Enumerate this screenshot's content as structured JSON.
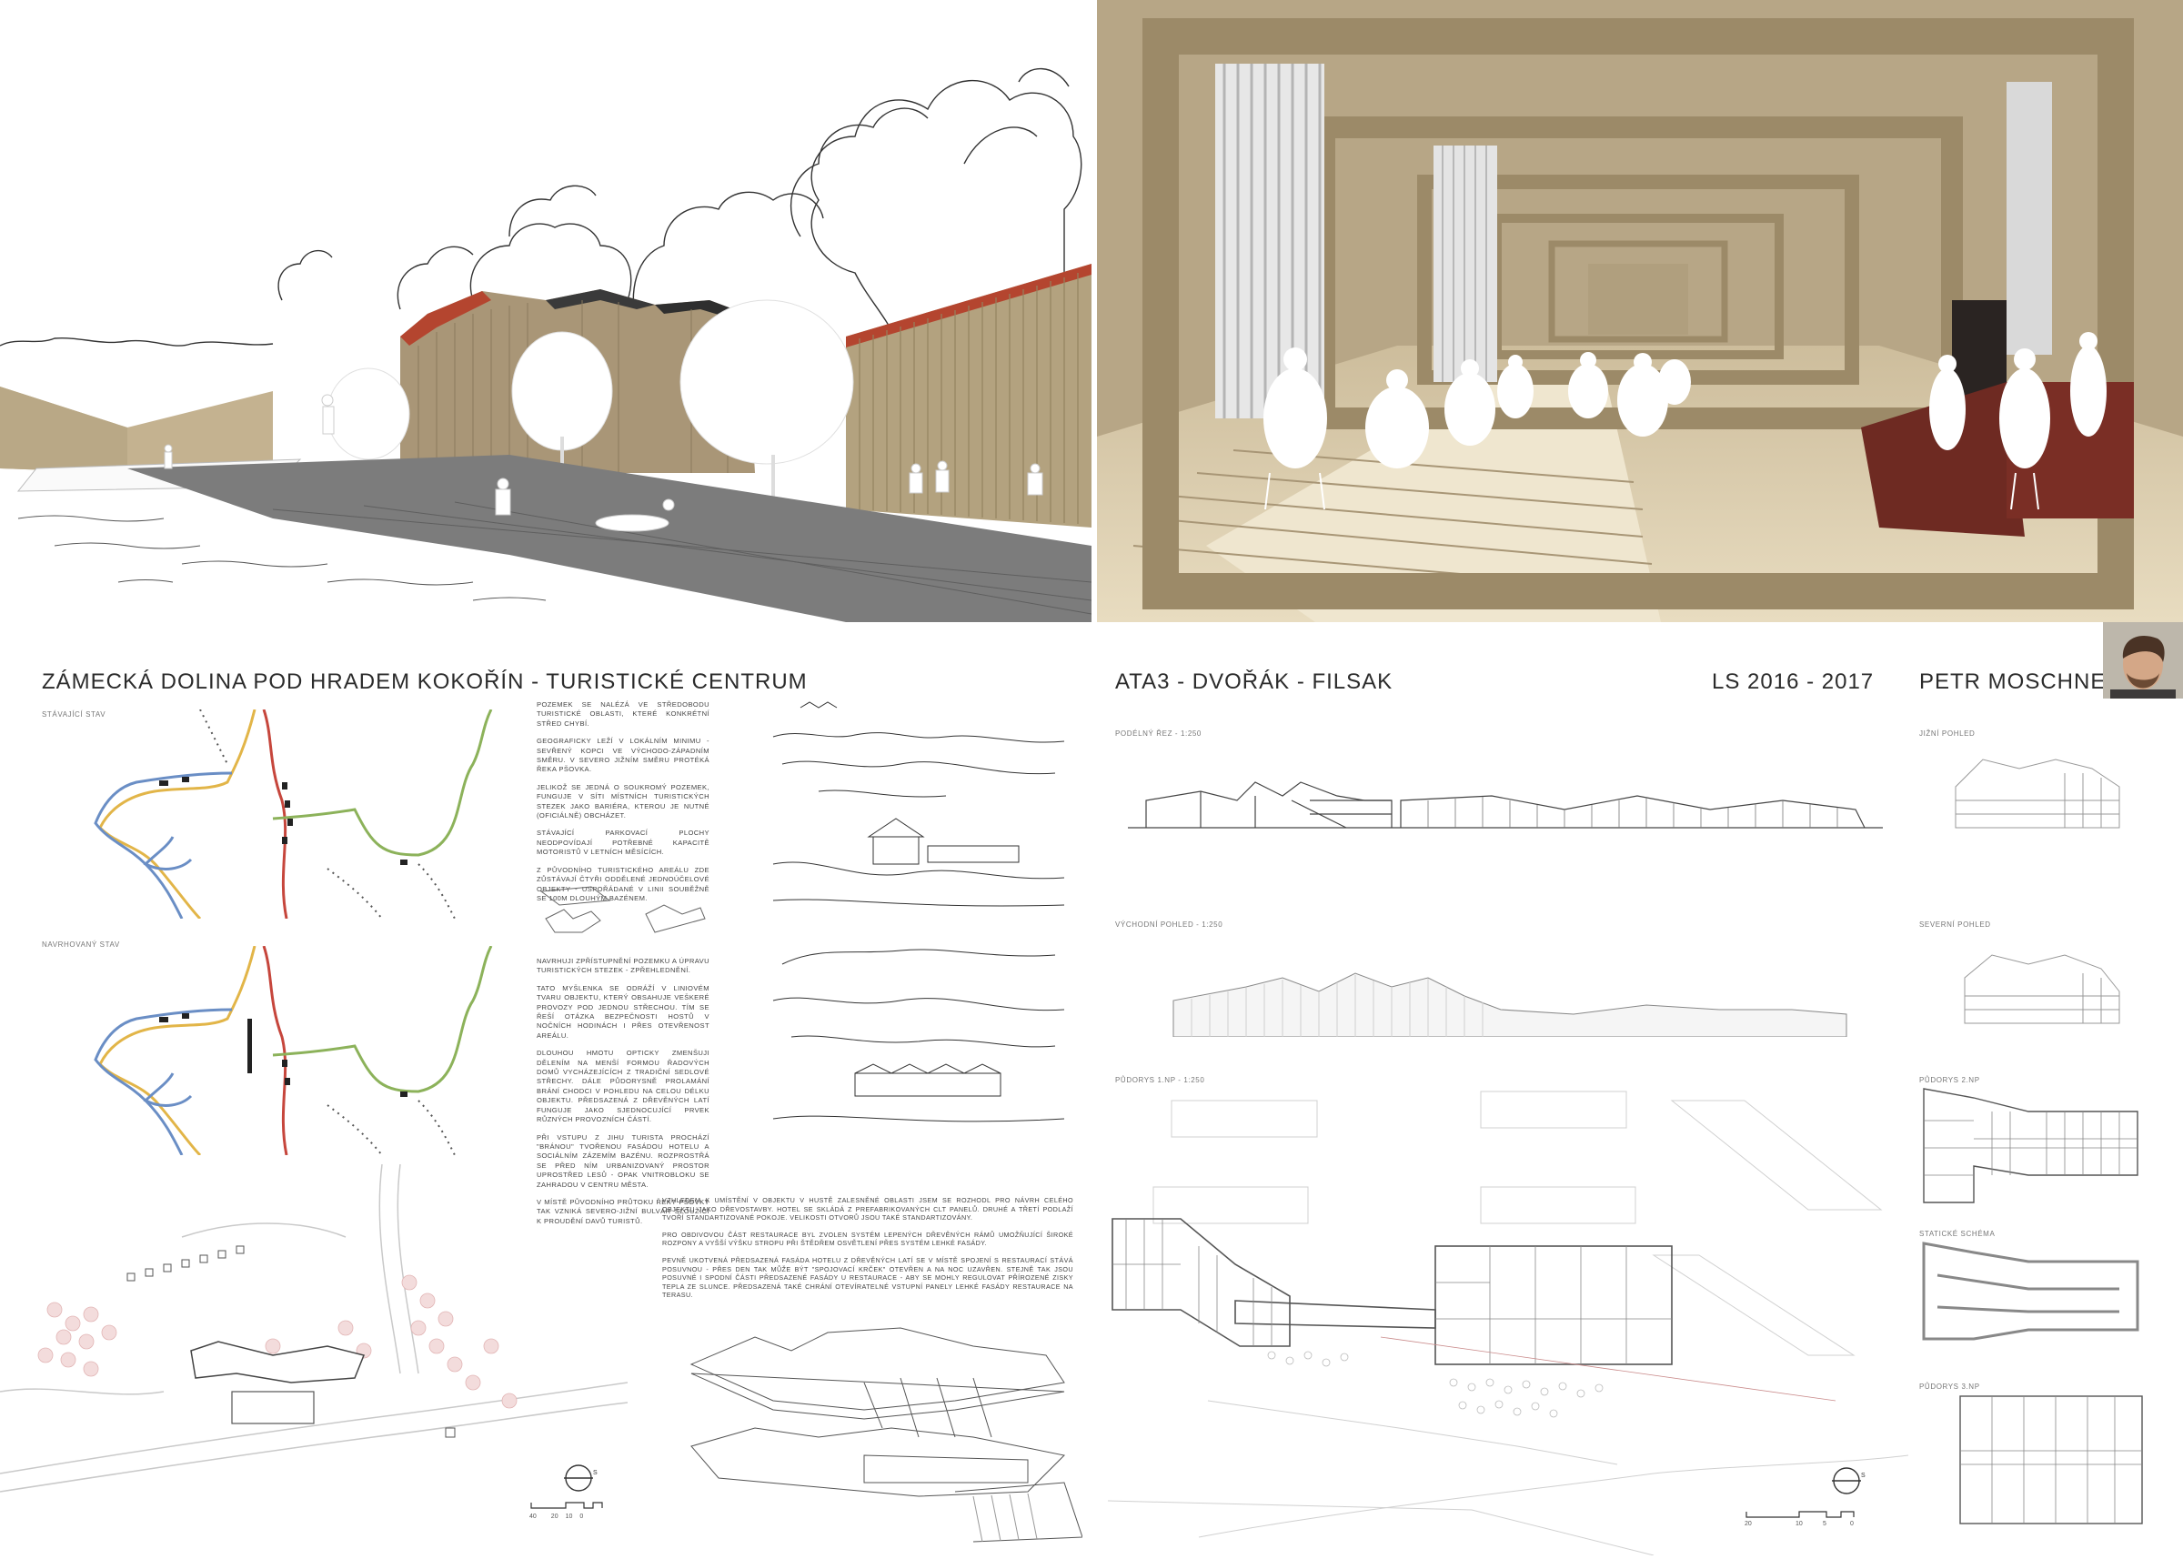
{
  "project": {
    "title": "ZÁMECKÁ DOLINA POD HRADEM KOKOŘÍN - TURISTICKÉ CENTRUM",
    "studio": "ATA3 - DVOŘÁK - FILSAK",
    "semester": "LS 2016 - 2017",
    "author": "PETR MOSCHNER"
  },
  "site_plan_labels": {
    "existing": "STÁVAJÍCÍ STAV",
    "proposed": "NAVRHOVANÝ STAV"
  },
  "description": {
    "p1": "POZEMEK SE NALÉZÁ VE STŘEDOBODU TURISTICKÉ OBLASTI, KTERÉ KONKRÉTNÍ STŘED CHYBÍ.",
    "p2": "GEOGRAFICKY LEŽÍ V LOKÁLNÍM MINIMU - SEVŘENÝ KOPCI VE VÝCHODO-ZÁPADNÍM SMĚRU. V SEVERO JIŽNÍM SMĚRU PROTÉKÁ ŘEKA PŠOVKA.",
    "p3": "JELIKOŽ SE JEDNÁ O SOUKROMÝ POZEMEK, FUNGUJE V SÍTI MÍSTNÍCH TURISTICKÝCH STEZEK JAKO BARIÉRA, KTEROU JE NUTNÉ (OFICIÁLNĚ) OBCHÁZET.",
    "p4": "STÁVAJÍCÍ PARKOVACÍ PLOCHY NEODPOVÍDAJÍ POTŘEBNÉ KAPACITĚ MOTORISTŮ V LETNÍCH MĚSÍCÍCH.",
    "p5": "Z PŮVODNÍHO TURISTICKÉHO AREÁLU ZDE ZŮSTÁVAJÍ ČTYŘI ODDĚLENÉ JEDNOÚČELOVÉ OBJEKTY - USPOŘÁDANÉ V LINII SOUBĚŽNĚ SE 100M DLOUHÝM BAZÉNEM.",
    "p6": "NAVRHUJI ZPŘÍSTUPNĚNÍ POZEMKU A ÚPRAVU TURISTICKÝCH STEZEK - ZPŘEHLEDNĚNÍ.",
    "p7": "TATO MYŠLENKA SE ODRÁŽÍ V LINIOVÉM TVARU OBJEKTU, KTERÝ OBSAHUJE VEŠKERÉ PROVOZY POD JEDNOU STŘECHOU. TÍM SE ŘEŠÍ OTÁZKA BEZPEČNOSTI HOSTŮ V NOČNÍCH HODINÁCH I PŘES OTEVŘENOST AREÁLU.",
    "p8": "DLOUHOU HMOTU OPTICKY ZMENŠUJI DĚLENÍM NA MENŠÍ FORMOU ŘADOVÝCH DOMŮ VYCHÁZEJÍCÍCH Z TRADIČNÍ SEDLOVÉ STŘECHY. DÁLE PŮDORYSNĚ PROLAMÁNÍ BRÁNÍ CHODCI V POHLEDU NA CELOU DÉLKU OBJEKTU. PŘEDSAZENÁ Z DŘEVĚNÝCH LATÍ FUNGUJE JAKO SJEDNOCUJÍCÍ PRVEK RŮZNÝCH PROVOZNÍCH ČÁSTÍ.",
    "p9": "PŘI VSTUPU Z JIHU TURISTA PROCHÁZÍ \"BRÁNOU\" TVOŘENOU FASÁDOU HOTELU A SOCIÁLNÍM ZÁZEMÍM BAZÉNU. ROZPROSTŘÁ SE PŘED NÍM URBANIZOVANÝ PROSTOR UPROSTŘED LESŮ - OPAK VNITROBLOKU SE ZAHRADOU V CENTRU MĚSTA.",
    "p10": "V MÍSTĚ PŮVODNÍHO PRŮTOKU ŘEKY PŠOVKY TAK VZNIKÁ SEVERO-JIŽNÍ BULVÁR SLOUŽÍCÍ K PROUDĚNÍ DAVŮ TURISTŮ."
  },
  "structure_text": {
    "p1": "VZHLEDEM K UMÍSTĚNÍ V OBJEKTU V HUSTĚ ZALESNĚNÉ OBLASTI JSEM SE ROZHODL PRO NÁVRH CELÉHO OBJEKTU JAKO DŘEVOSTAVBY. HOTEL SE SKLÁDÁ Z PREFABRIKOVANÝCH CLT PANELŮ. DRUHÉ A TŘETÍ PODLAŽÍ TVOŘÍ STANDARTIZOVANÉ POKOJE. VELIKOSTI OTVORŮ JSOU TAKÉ STANDARTIZOVÁNY.",
    "p2": "PRO OBDIVOVOU ČÁST RESTAURACE BYL ZVOLEN SYSTÉM LEPENÝCH DŘEVĚNÝCH RÁMŮ UMOŽŇUJÍCÍ ŠIROKÉ ROZPONY A VYŠŠÍ VÝŠKU STROPU PŘI ŠTĚDŘEM OSVĚTLENÍ PŘES SYSTÉM LEHKÉ FASÁDY.",
    "p3": "PEVNĚ UKOTVENÁ PŘEDSAZENÁ FASÁDA HOTELU Z DŘEVĚNÝCH LATÍ SE V MÍSTĚ SPOJENÍ S RESTAURACÍ STÁVÁ POSUVNOU - PŘES DEN TAK MŮŽE BÝT \"SPOJOVACÍ KRČEK\" OTEVŘEN A NA NOC UZAVŘEN. STEJNĚ TAK JSOU POSUVNÉ I SPODNÍ ČÁSTI PŘEDSAZENÉ FASÁDY U RESTAURACE - ABY SE MOHLY REGULOVAT PŘÍROZENÉ ZISKY TEPLA ZE SLUNCE. PŘEDSAZENÁ TAKÉ CHRÁNÍ OTEVÍRATELNÉ VSTUPNÍ PANELY LEHKÉ FASÁDY RESTAURACE NA TERASU."
  },
  "drawing_labels": {
    "section": "PODÉLNÝ ŘEZ - 1:250",
    "east_view": "VÝCHODNÍ POHLED - 1:250",
    "plan_1np": "PŮDORYS 1.NP - 1:250",
    "south_view": "JIŽNÍ POHLED",
    "north_view": "SEVERNÍ POHLED",
    "plan_2np": "PŮDORYS 2.NP",
    "static": "STATICKÉ SCHÉMA",
    "plan_3np": "PŮDORYS 3.NP"
  },
  "scale_bars": {
    "left": [
      "40",
      "20",
      "10",
      "0"
    ],
    "right": [
      "20",
      "10",
      "5",
      "0"
    ]
  },
  "colors": {
    "wood": "#b9a886",
    "roof_red": "#b4452f",
    "map_yellow": "#e2b548",
    "map_blue": "#6a8ec5",
    "map_red": "#c6463c",
    "map_green": "#8cb25a"
  },
  "icons": [
    "north-arrow-icon"
  ]
}
